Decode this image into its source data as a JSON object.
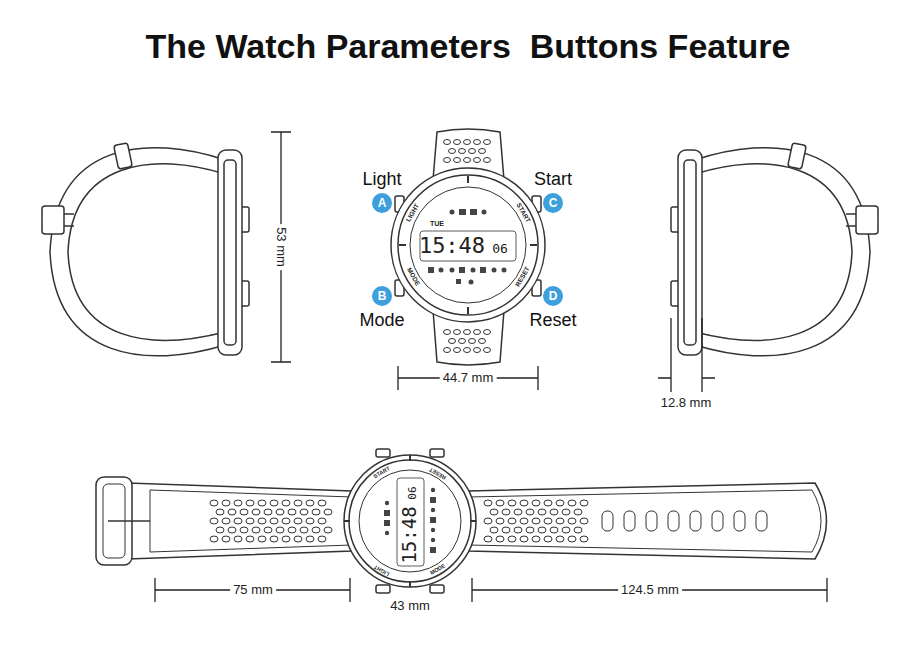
{
  "diagram": {
    "title": "The Watch Parameters  Buttons Feature",
    "nodes": [
      {
        "text": [
          "Light",
          "A"
        ]
      },
      {
        "text": [
          "Start",
          "C"
        ]
      },
      {
        "text": [
          "B",
          "Mode"
        ]
      },
      {
        "text": [
          "D",
          "Reset"
        ]
      }
    ],
    "labels": [
      "LIGHT",
      "START",
      "TUE",
      "15:48",
      "06",
      "MODE",
      "RESET",
      "53 mm",
      "44.7 mm",
      "12.8 mm",
      "START",
      "RESET",
      "06",
      "15:48",
      "LIGHT",
      "MODE",
      "75 mm",
      "43 mm",
      "124.5 mm"
    ]
  }
}
